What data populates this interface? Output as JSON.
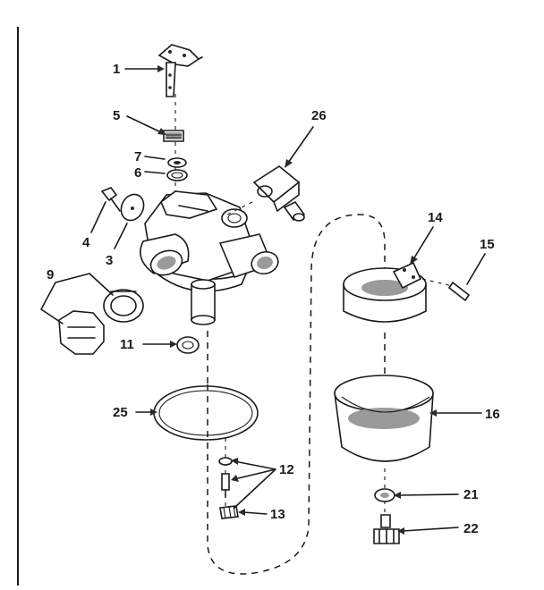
{
  "labels": {
    "p1": "1",
    "p3": "3",
    "p4": "4",
    "p5": "5",
    "p6": "6",
    "p7": "7",
    "p9": "9",
    "p11": "11",
    "p12": "12",
    "p13": "13",
    "p14": "14",
    "p15": "15",
    "p16": "16",
    "p21": "21",
    "p22": "22",
    "p25": "25",
    "p26": "26"
  },
  "colors": {
    "ink": "#1a1a1a",
    "paper": "#ffffff",
    "shade": "#9a9a9a"
  }
}
